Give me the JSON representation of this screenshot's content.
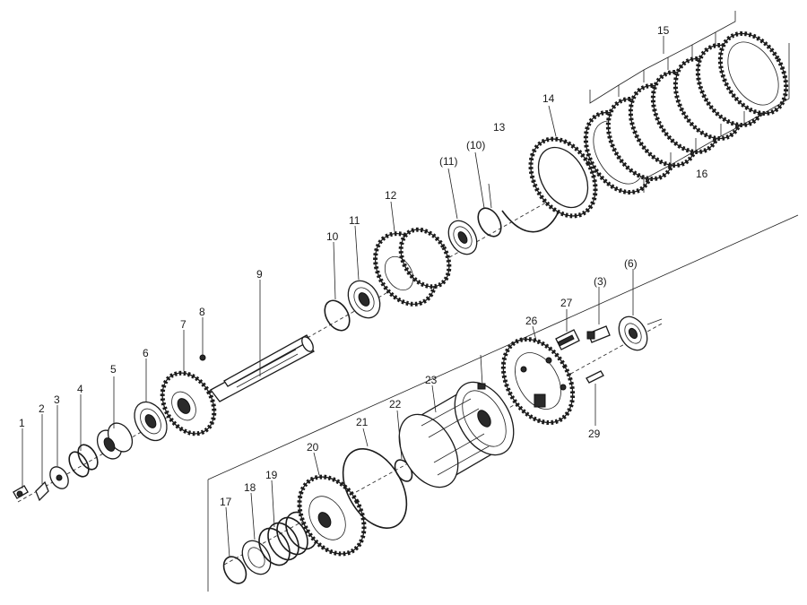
{
  "diagram": {
    "labels": {
      "p1": "1",
      "p2": "2",
      "p3": "3",
      "p4": "4",
      "p5": "5",
      "p6": "6",
      "p7": "7",
      "p8": "8",
      "p9": "9",
      "p10": "10",
      "p11": "11",
      "p12": "12",
      "p13": "13",
      "p13a": "(10)",
      "p13b": "(11)",
      "p14": "14",
      "p15": "15",
      "p16": "16",
      "p17": "17",
      "p18": "18",
      "p19": "19",
      "p20": "20",
      "p21": "21",
      "p22": "22",
      "p23": "23",
      "p26": "26",
      "p27": "27",
      "p28": "(6)",
      "p29": "29",
      "p30": "(3)"
    }
  }
}
